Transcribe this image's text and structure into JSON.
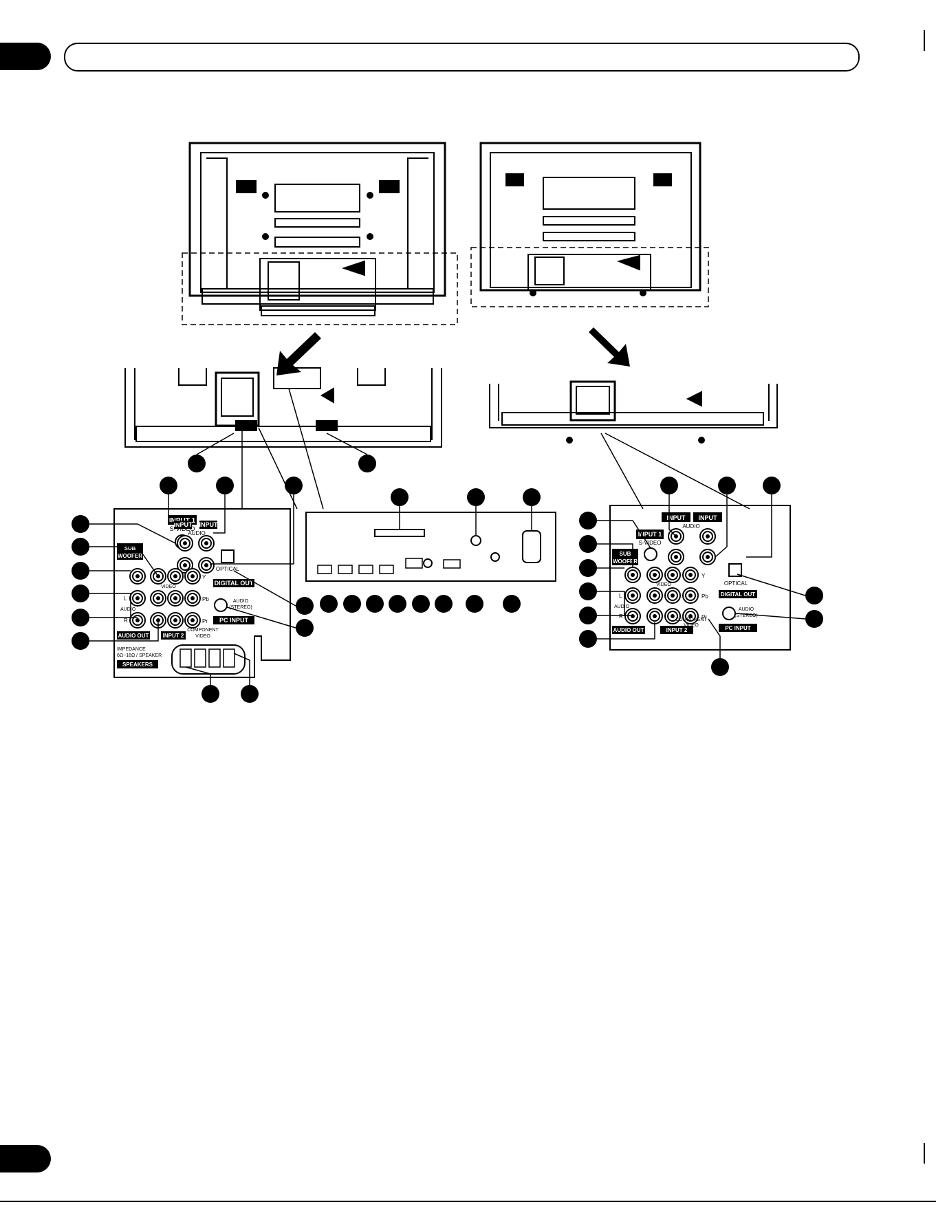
{
  "colors": {
    "ink": "#000000",
    "paper": "#ffffff",
    "callout": "#000000"
  },
  "panel_labels": {
    "input1": "INPUT 1",
    "input": "INPUT",
    "input2": "INPUT 2",
    "svideo": "S-VIDEO",
    "audio": "AUDIO",
    "sub_woofer_1": "SUB",
    "sub_woofer_2": "WOOFER",
    "video": "VIDEO",
    "left": "L",
    "right": "R",
    "y": "Y",
    "pb": "Pb",
    "pr": "Pr",
    "optical": "OPTICAL",
    "digital_out": "DIGITAL OUT",
    "audio_stereo_1": "AUDIO",
    "audio_stereo_2": "(STEREO)",
    "pc_input": "PC INPUT",
    "audio_out": "AUDIO OUT",
    "component_1": "COMPONENT",
    "component_2": "VIDEO",
    "impedance_1": "IMPEDANCE",
    "impedance_2": "6Ω~16Ω / SPEAKER",
    "speakers": "SPEAKERS"
  },
  "icons": [
    "arrow-down-left-icon",
    "arrow-down-right-icon",
    "callout-marker-icon"
  ]
}
